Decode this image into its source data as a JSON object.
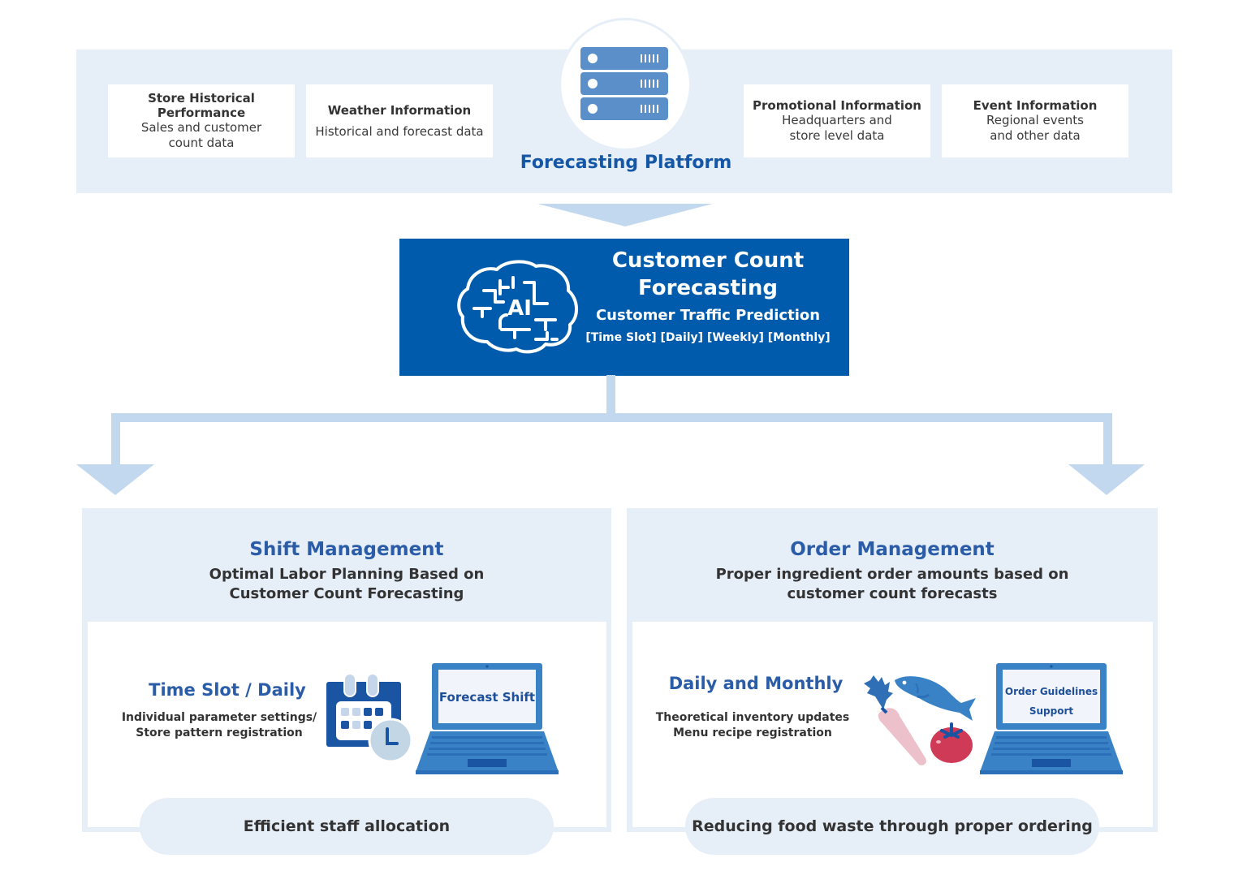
{
  "platform": {
    "label": "Forecasting Platform",
    "icon": "server-stack-icon",
    "sources": [
      {
        "title": "Store Historical Performance",
        "desc": "Sales and customer count data"
      },
      {
        "title": "Weather Information",
        "desc": "Historical and forecast data"
      },
      {
        "title": "Promotional Information",
        "desc": "Headquarters and store level data"
      },
      {
        "title": "Event Information",
        "desc": "Regional events and other data"
      }
    ]
  },
  "ai": {
    "icon": "ai-brain-icon",
    "title_line1": "Customer Count",
    "title_line2": "Forecasting",
    "subtitle": "Customer Traffic Prediction",
    "periods": "[Time Slot] [Daily] [Weekly] [Monthly]"
  },
  "shift": {
    "title": "Shift Management",
    "subtitle_line1": "Optimal Labor Planning Based on",
    "subtitle_line2": "Customer Count Forecasting",
    "feature_title": "Time Slot / Daily",
    "feature_desc_line1": "Individual parameter settings/",
    "feature_desc_line2": "Store pattern registration",
    "laptop_text": "Forecast Shift",
    "outcome": "Efficient staff allocation"
  },
  "order": {
    "title": "Order Management",
    "subtitle_line1": "Proper ingredient order amounts based on",
    "subtitle_line2": "customer count forecasts",
    "feature_title": "Daily and Monthly",
    "feature_desc_line1": "Theoretical inventory updates",
    "feature_desc_line2": "Menu recipe registration",
    "laptop_text_line1": "Order Guidelines",
    "laptop_text_line2": "Support",
    "outcome": "Reducing food waste through proper ordering"
  },
  "colors": {
    "primary_blue": "#005bac",
    "heading_blue": "#2a5ca8",
    "light_bg": "#e6eef8",
    "arrow": "#c2d8ee",
    "icon_blue": "#3a82c6",
    "tomato": "#cf3b57",
    "radish": "#edc1cb"
  }
}
